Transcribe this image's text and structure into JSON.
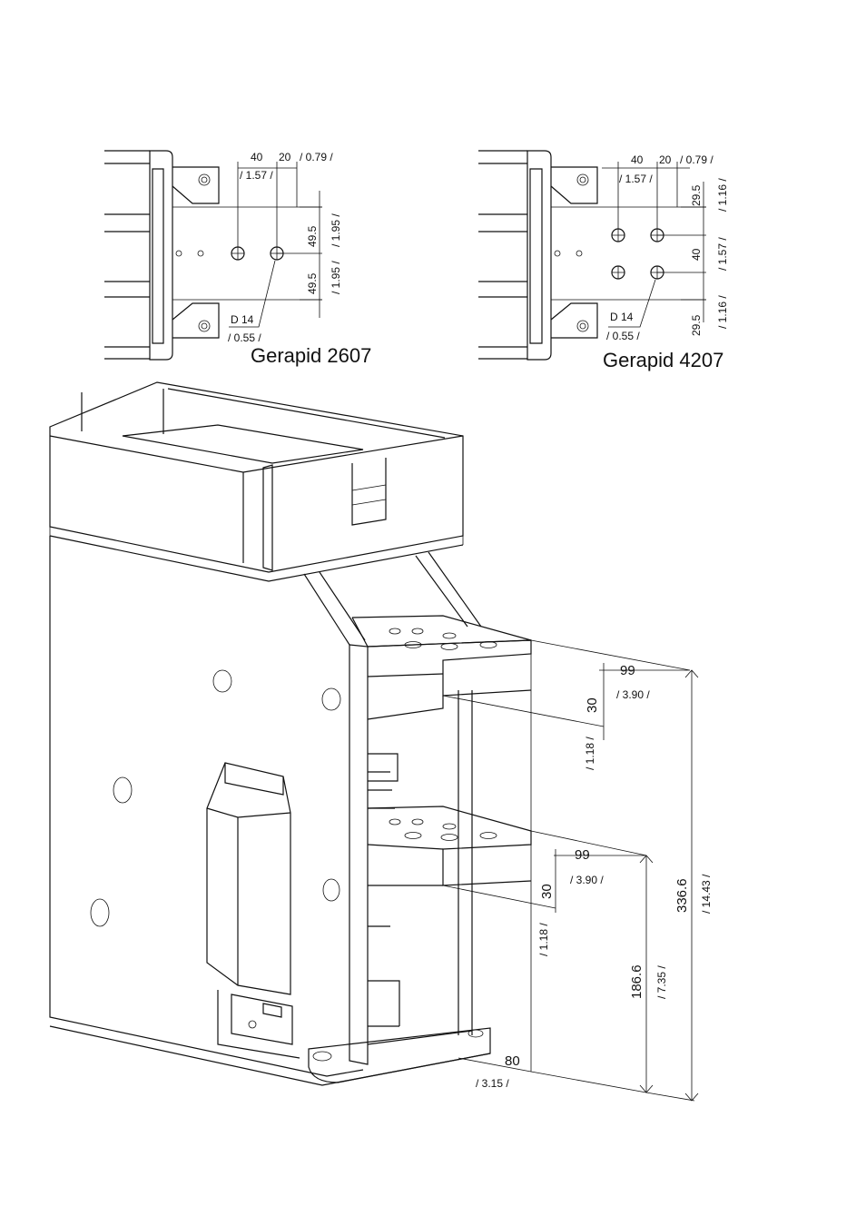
{
  "views": {
    "left": {
      "title": "Gerapid 2607",
      "dims": {
        "w40": "40",
        "w20": "20",
        "w079": "/ 0.79 /",
        "w157": "/ 1.57 /",
        "h495a": "49.5",
        "h195a": "/ 1.95 /",
        "h495b": "49.5",
        "h195b": "/ 1.95 /",
        "hole": "D 14",
        "hole_in": "/ 0.55 /"
      }
    },
    "right": {
      "title": "Gerapid 4207",
      "dims": {
        "w40": "40",
        "w20": "20",
        "w079": "/ 0.79 /",
        "w157": "/ 1.57 /",
        "h295a": "29.5",
        "h116a": "/ 1.16 /",
        "h40": "40",
        "h157": "/ 1.57 /",
        "h295b": "29.5",
        "h116b": "/ 1.16 /",
        "hole": "D 14",
        "hole_in": "/ 0.55 /"
      }
    }
  },
  "iso": {
    "d99a": "99",
    "d390a": "/ 3.90 /",
    "d30a": "30",
    "d118a": "/ 1.18 /",
    "d99b": "99",
    "d390b": "/ 3.90 /",
    "d30b": "30",
    "d118b": "/ 1.18 /",
    "d3366": "336.6",
    "d1443": "/ 14.43 /",
    "d1866": "186.6",
    "d735": "/ 7.35 /",
    "d80": "80",
    "d315": "/ 3.15 /"
  }
}
